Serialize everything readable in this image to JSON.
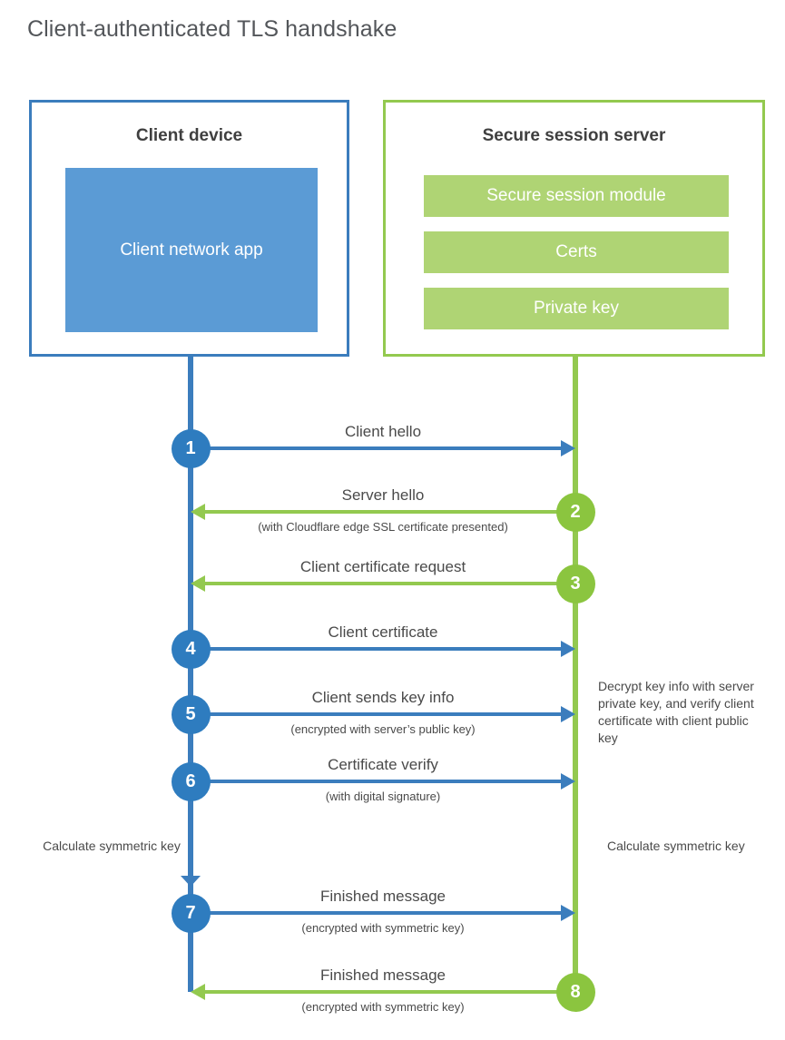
{
  "title": "Client-authenticated TLS handshake",
  "colors": {
    "blue_border": "#3b7dbd",
    "blue_fill": "#5b9bd5",
    "blue_badge": "#2e7cbf",
    "green_border": "#93c94f",
    "green_fill": "#afd474",
    "green_badge": "#8bc53f",
    "text": "#4a4a4a",
    "title_text": "#53565a",
    "background": "#ffffff"
  },
  "client": {
    "title": "Client device",
    "app_label": "Client network app"
  },
  "server": {
    "title": "Secure session server",
    "rows": [
      {
        "label": "Secure session module"
      },
      {
        "label": "Certs"
      },
      {
        "label": "Private key"
      }
    ]
  },
  "steps": [
    {
      "number": "1",
      "label": "Client hello",
      "sublabel": "",
      "direction": "right",
      "color": "blue"
    },
    {
      "number": "2",
      "label": "Server hello",
      "sublabel": "(with Cloudflare edge SSL certificate presented)",
      "direction": "left",
      "color": "green"
    },
    {
      "number": "3",
      "label": "Client certificate request",
      "sublabel": "",
      "direction": "left",
      "color": "green"
    },
    {
      "number": "4",
      "label": "Client certificate",
      "sublabel": "",
      "direction": "right",
      "color": "blue"
    },
    {
      "number": "5",
      "label": "Client sends key info",
      "sublabel": "(encrypted with server’s public key)",
      "direction": "right",
      "color": "blue"
    },
    {
      "number": "6",
      "label": "Certificate verify",
      "sublabel": "(with digital signature)",
      "direction": "right",
      "color": "blue"
    },
    {
      "number": "7",
      "label": "Finished message",
      "sublabel": "(encrypted with symmetric key)",
      "direction": "right",
      "color": "blue"
    },
    {
      "number": "8",
      "label": "Finished message",
      "sublabel": "(encrypted with symmetric key)",
      "direction": "left",
      "color": "green"
    }
  ],
  "notes": {
    "decrypt": "Decrypt key info with server private key, and verify client certificate with client public key",
    "calculate_left": "Calculate symmetric key",
    "calculate_right": "Calculate symmetric key"
  }
}
